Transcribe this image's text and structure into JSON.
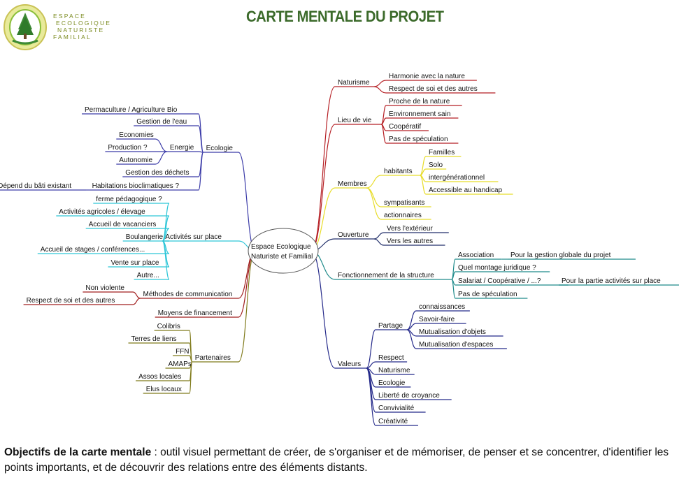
{
  "header": {
    "logo_lines": [
      "ESPACE",
      "ECOLOGIQUE",
      "NATURISTE",
      "FAMILIAL"
    ],
    "title": "CARTE MENTALE DU PROJET"
  },
  "mindmap": {
    "center": [
      "Espace Ecologique",
      "Naturiste et Familial"
    ],
    "branches": [
      {
        "label": "Ecologie",
        "color": "#3b3ba8",
        "children": [
          {
            "label": "Permaculture / Agriculture Bio"
          },
          {
            "label": "Gestion de l'eau"
          },
          {
            "label": "Energie",
            "children": [
              {
                "label": "Economies"
              },
              {
                "label": "Production ?"
              },
              {
                "label": "Autonomie"
              }
            ]
          },
          {
            "label": "Gestion des déchets"
          },
          {
            "label": "Habitations bioclimatiques ?",
            "children": [
              {
                "label": "Dépend du bâti existant"
              }
            ]
          }
        ]
      },
      {
        "label": "Activités sur place",
        "color": "#2ec6d8",
        "children": [
          {
            "label": "ferme pédagogique ?"
          },
          {
            "label": "Activités agricoles / élevage"
          },
          {
            "label": "Accueil de vacanciers"
          },
          {
            "label": "Boulangerie"
          },
          {
            "label": "Accueil de stages / conférences..."
          },
          {
            "label": "Vente sur place"
          },
          {
            "label": "Autre..."
          }
        ]
      },
      {
        "label": "Méthodes de communication",
        "color": "#a01d1d",
        "children": [
          {
            "label": "Non violente"
          },
          {
            "label": "Respect de soi et des autres"
          }
        ]
      },
      {
        "label": "Moyens de financement",
        "color": "#a01d1d",
        "children": []
      },
      {
        "label": "Partenaires",
        "color": "#7f7a1a",
        "children": [
          {
            "label": "Colibris"
          },
          {
            "label": "Terres de liens"
          },
          {
            "label": "FFN"
          },
          {
            "label": "AMAPs"
          },
          {
            "label": "Assos locales"
          },
          {
            "label": "Elus locaux"
          }
        ]
      },
      {
        "label": "Naturisme",
        "color": "#b51f24",
        "children": [
          {
            "label": "Harmonie avec la nature"
          },
          {
            "label": "Respect de soi et des autres"
          }
        ]
      },
      {
        "label": "Lieu de vie",
        "color": "#b51f24",
        "children": [
          {
            "label": "Proche de la nature"
          },
          {
            "label": "Environnement sain"
          },
          {
            "label": "Coopératif"
          },
          {
            "label": "Pas de spéculation"
          }
        ]
      },
      {
        "label": "Membres",
        "color": "#e8dd2a",
        "children": [
          {
            "label": "habitants",
            "children": [
              {
                "label": "Familles"
              },
              {
                "label": "Solo"
              },
              {
                "label": "intergénérationnel"
              },
              {
                "label": "Accessible au handicap"
              }
            ]
          },
          {
            "label": "sympatisants"
          },
          {
            "label": "actionnaires"
          }
        ]
      },
      {
        "label": "Ouverture",
        "color": "#222f6a",
        "children": [
          {
            "label": "Vers l'extérieur"
          },
          {
            "label": "Vers les autres"
          }
        ]
      },
      {
        "label": "Fonctionnement de la structure",
        "color": "#1e8a8a",
        "children": [
          {
            "label": "Association",
            "children": [
              {
                "label": "Pour la gestion globale du projet"
              }
            ]
          },
          {
            "label": "Quel montage juridique ?"
          },
          {
            "label": "Salariat / Coopérative / ...?",
            "children": [
              {
                "label": "Pour la partie activités sur place"
              }
            ]
          },
          {
            "label": "Pas de spéculation"
          }
        ]
      },
      {
        "label": "Valeurs",
        "color": "#252a8a",
        "children": [
          {
            "label": "Partage",
            "children": [
              {
                "label": "connaissances"
              },
              {
                "label": "Savoir-faire"
              },
              {
                "label": "Mutualisation d'objets"
              },
              {
                "label": "Mutualisation d'espaces"
              }
            ]
          },
          {
            "label": "Respect"
          },
          {
            "label": "Naturisme"
          },
          {
            "label": "Ecologie"
          },
          {
            "label": "Liberté de croyance"
          },
          {
            "label": "Convivialité"
          },
          {
            "label": "Créativité"
          }
        ]
      }
    ]
  },
  "caption": {
    "bold": "Objectifs de la carte mentale",
    "text": " : outil visuel permettant de créer, de s'organiser et de mémoriser, de penser et se concentrer, d'identifier les points importants, et de découvrir des relations entre des éléments distants."
  }
}
